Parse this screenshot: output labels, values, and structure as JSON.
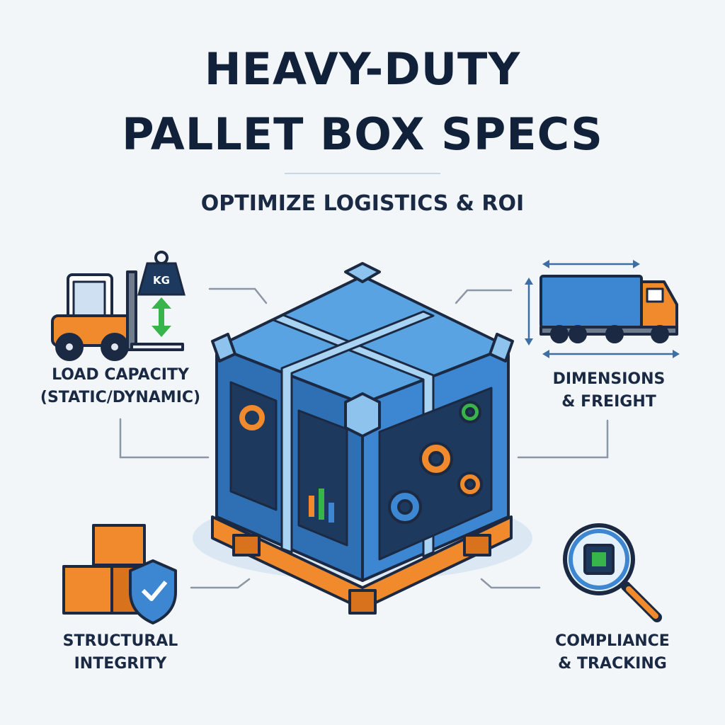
{
  "header": {
    "title_line1": "HEAVY-DUTY",
    "title_line2": "PALLET BOX SPECS",
    "subtitle": "OPTIMIZE LOGISTICS & ROI"
  },
  "features": {
    "load": {
      "line1": "LOAD CAPACITY",
      "line2": "(STATIC/DYNAMIC)",
      "weight_tag": "KG"
    },
    "dimensions": {
      "line1": "DIMENSIONS",
      "line2": "& FREIGHT"
    },
    "structural": {
      "line1": "STRUCTURAL",
      "line2": "INTEGRITY"
    },
    "compliance": {
      "line1": "COMPLIANCE",
      "line2": "& TRACKING"
    }
  },
  "colors": {
    "navy": "#12213a",
    "box_blue": "#3d86d1",
    "box_light": "#8ec3ee",
    "pallet_orange": "#f08a2c",
    "accent_green": "#38b54a",
    "connector_gray": "#8c97a6"
  }
}
